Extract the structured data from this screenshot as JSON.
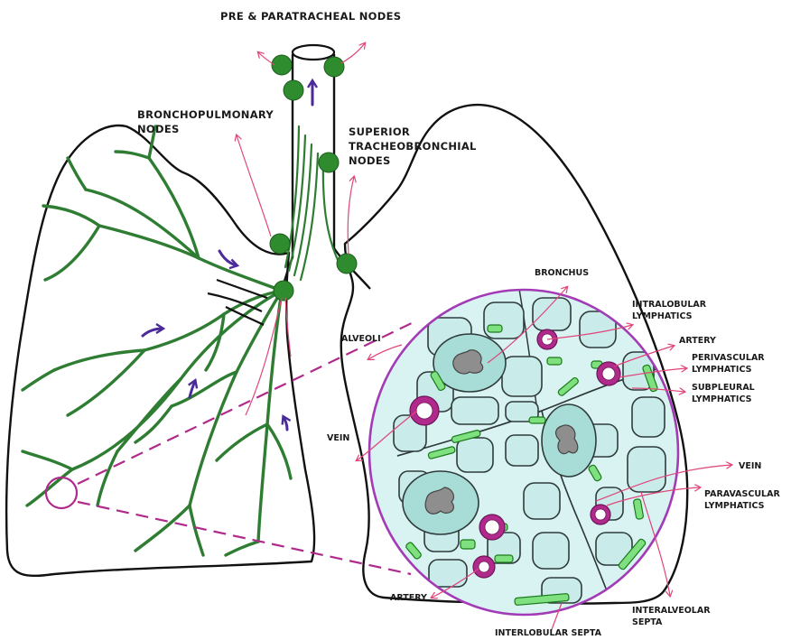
{
  "labels": {
    "pre_paratracheal": "PRE & PARATRACHEAL NODES",
    "bronchopulmonary_1": "BRONCHOPULMONARY",
    "bronchopulmonary_2": "NODES",
    "superior_1": "SUPERIOR",
    "superior_2": "TRACHEOBRONCHIAL",
    "superior_3": "NODES",
    "bronchus": "BRONCHUS",
    "intralobular_1": "INTRALOBULAR",
    "intralobular_2": "LYMPHATICS",
    "artery_top": "ARTERY",
    "perivascular_1": "PERIVASCULAR",
    "perivascular_2": "LYMPHATICS",
    "subpleural_1": "SUBPLEURAL",
    "subpleural_2": "LYMPHATICS",
    "alveoli": "ALVEOLI",
    "vein_left": "VEIN",
    "vein_right": "VEIN",
    "paravascular_1": "PARAVASCULAR",
    "paravascular_2": "LYMPHATICS",
    "artery_bottom": "ARTERY",
    "interalveolar_1": "INTERALVEOLAR",
    "interalveolar_2": "SEPTA",
    "interlobular": "INTERLOBULAR SEPTA"
  },
  "colors": {
    "bronchial_tree": "#2e7d32",
    "lymph_node": "#2e8b2e",
    "lymphatic_flow": "#e0457a",
    "flow_arrow": "#4b2a9a",
    "magnified_tissue": "#c9ecea",
    "magnifier_border": "#a23bb5"
  }
}
